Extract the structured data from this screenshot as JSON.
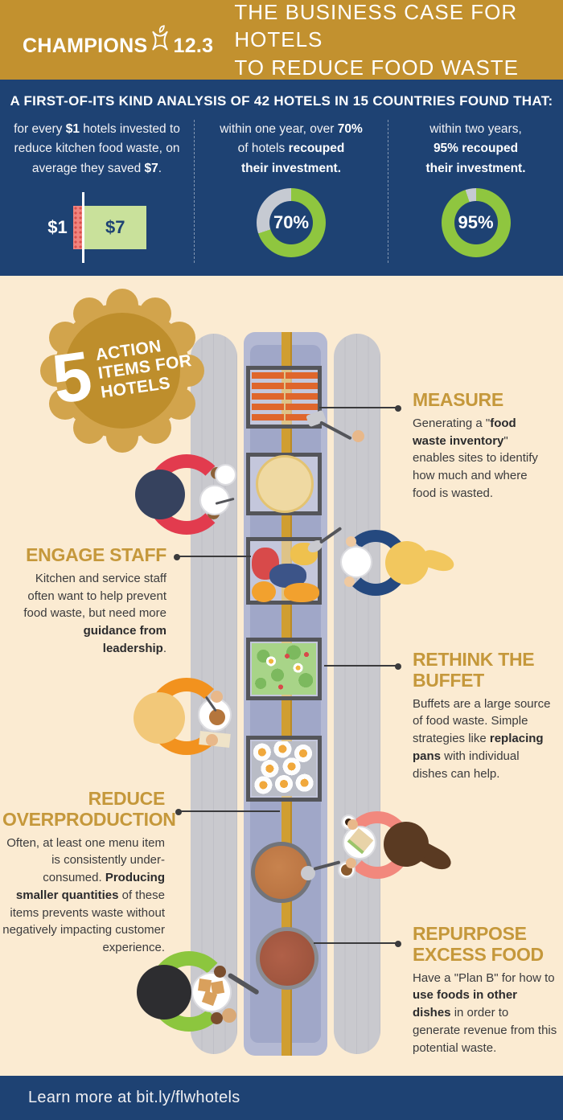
{
  "header": {
    "logo_champions": "CHAMPIONS",
    "logo_number": "12.3",
    "title_line1": "THE BUSINESS CASE FOR HOTELS",
    "title_line2": "TO REDUCE FOOD WASTE"
  },
  "stats": {
    "headline": "A FIRST-OF-ITS KIND ANALYSIS OF 42 HOTELS IN 15 COUNTRIES FOUND THAT:",
    "col1_text": "for every **$1** hotels invested to\nreduce kitchen food waste, on\naverage they saved **$7**.",
    "col2_text": "within one year, over **70%**\nof hotels **recouped**\n**their investment.**",
    "col3_text": "within two years,\n**95% recouped**\n**their investment.**"
  },
  "chart_data": [
    {
      "type": "bar",
      "title": "For every $1 invested, hotels saved $7",
      "categories": [
        "invested",
        "saved"
      ],
      "values": [
        1,
        7
      ],
      "labels": [
        "$1",
        "$7"
      ],
      "orientation": "horizontal",
      "colors": [
        "#F2837D",
        "#C9E19B"
      ]
    },
    {
      "type": "pie",
      "title": "Hotels that recouped their investment within one year",
      "values": [
        70,
        30
      ],
      "labels": [
        "recouped",
        "not recouped"
      ],
      "center_label": "70%",
      "colors": [
        "#8FC63F",
        "#C6CAD2"
      ]
    },
    {
      "type": "pie",
      "title": "Hotels that recouped their investment within two years",
      "values": [
        95,
        5
      ],
      "labels": [
        "recouped",
        "not recouped"
      ],
      "center_label": "95%",
      "colors": [
        "#8FC63F",
        "#C6CAD2"
      ]
    }
  ],
  "badge": {
    "number": "5",
    "line1": "ACTION",
    "line2": "ITEMS FOR",
    "line3": "HOTELS"
  },
  "actions": [
    {
      "title": "MEASURE",
      "body": "Generating a \"**food waste inventory**\" enables sites to identify how much and where food is wasted."
    },
    {
      "title": "ENGAGE STAFF",
      "body": "Kitchen and service staff often want to help prevent food waste, but need more **guidance from leadership**."
    },
    {
      "title": "RETHINK THE BUFFET",
      "body": "Buffets are a large source of food waste. Simple strategies like **replacing pans** with individual dishes can help."
    },
    {
      "title": "REDUCE OVERPRODUCTION",
      "body": "Often, at least one menu item is consistently under-consumed. **Producing smaller quantities** of these items prevents waste without negatively impacting customer experience."
    },
    {
      "title": "REPURPOSE EXCESS FOOD",
      "body": "Have a \"Plan B\" for how to **use foods in other dishes** in order to generate revenue from this potential waste."
    }
  ],
  "footer": {
    "text": "Learn more at bit.ly/flwhotels"
  },
  "colors": {
    "gold": "#C2912F",
    "navy": "#1E4273",
    "cream": "#FBEBD2",
    "green": "#8FC63F",
    "donut_gray": "#C6CAD2",
    "bar_green": "#C9E19B",
    "bar_red": "#F2837D",
    "heading_gold": "#C5983B",
    "text_dark": "#3B3B3D",
    "badge_outer": "#D2A44C",
    "badge_inner": "#BE8E2C"
  }
}
